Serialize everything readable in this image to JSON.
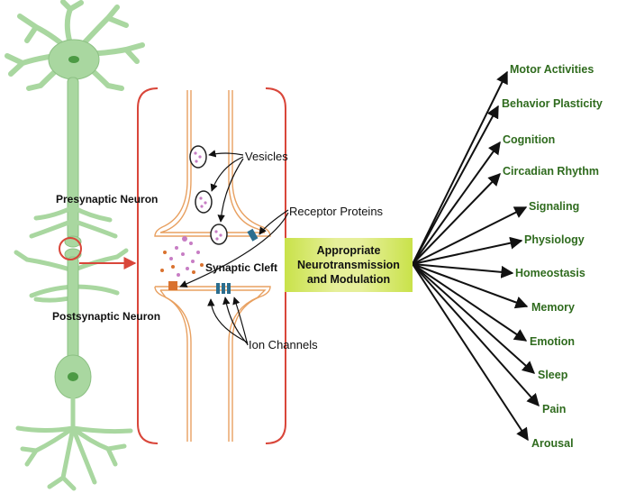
{
  "labels": {
    "presynaptic": "Presynaptic Neuron",
    "postsynaptic": "Postsynaptic Neuron",
    "vesicles": "Vesicles",
    "receptor_proteins": "Receptor Proteins",
    "synaptic_cleft": "Synaptic Cleft",
    "ion_channels": "Ion Channels"
  },
  "center": {
    "line1": "Appropriate",
    "line2": "Neurotransmission",
    "line3": "and  Modulation"
  },
  "functions": [
    "Motor Activities",
    "Behavior Plasticity",
    "Cognition",
    "Circadian Rhythm",
    "Signaling",
    "Physiology",
    "Homeostasis",
    "Memory",
    "Emotion",
    "Sleep",
    "Pain",
    "Arousal"
  ],
  "colors": {
    "neuron_fill": "#a9d7a0",
    "bracket": "#d9463a",
    "membrane": "#e8a060",
    "function_text": "#2f6b1e",
    "box": "#d4e86a"
  }
}
